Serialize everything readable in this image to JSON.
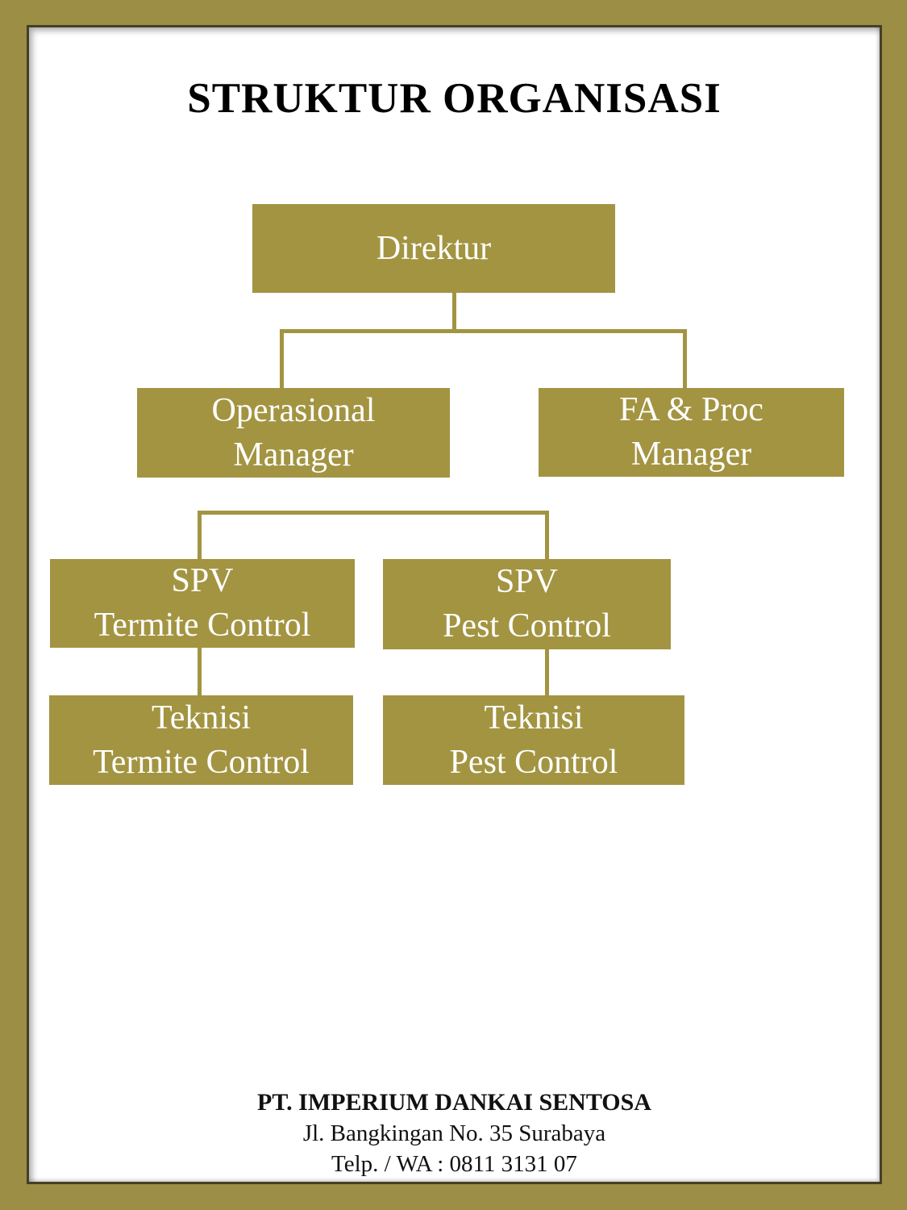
{
  "page": {
    "title": "STRUKTUR ORGANISASI"
  },
  "org_chart": {
    "nodes": {
      "direktur": {
        "line1": "Direktur"
      },
      "operasional_manager": {
        "line1": "Operasional",
        "line2": "Manager"
      },
      "fa_proc_manager": {
        "line1": "FA & Proc",
        "line2": "Manager"
      },
      "spv_termite_control": {
        "line1": "SPV",
        "line2": "Termite Control"
      },
      "spv_pest_control": {
        "line1": "SPV",
        "line2": "Pest Control"
      },
      "teknisi_termite_control": {
        "line1": "Teknisi",
        "line2": "Termite Control"
      },
      "teknisi_pest_control": {
        "line1": "Teknisi",
        "line2": "Pest Control"
      }
    },
    "edges": [
      {
        "from": "Direktur",
        "to": "Operasional Manager"
      },
      {
        "from": "Direktur",
        "to": "FA & Proc Manager"
      },
      {
        "from": "Operasional Manager",
        "to": "SPV Termite Control"
      },
      {
        "from": "Operasional Manager",
        "to": "SPV Pest Control"
      },
      {
        "from": "SPV Termite Control",
        "to": "Teknisi Termite Control"
      },
      {
        "from": "SPV Pest Control",
        "to": "Teknisi Pest Control"
      }
    ]
  },
  "footer": {
    "company": "PT. IMPERIUM DANKAI SENTOSA",
    "address": "Jl. Bangkingan No. 35 Surabaya",
    "phone": "Telp. / WA : 0811 3131 07"
  },
  "colors": {
    "frame": "#9d8e45",
    "frame_inner_line": "#453f26",
    "box_fill": "#a39442",
    "box_text": "#ffffff",
    "connector": "#a39442",
    "title_text": "#000000",
    "background": "#ffffff"
  }
}
